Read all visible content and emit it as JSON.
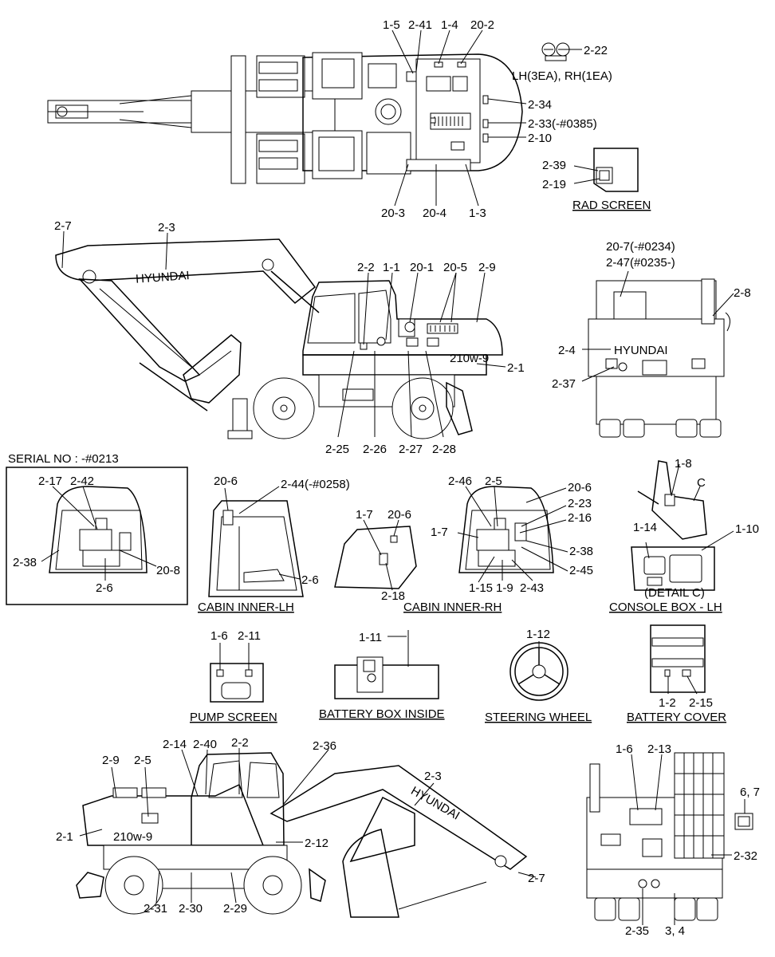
{
  "texts": {
    "lh_rh_note": "LH(3EA), RH(1EA)",
    "serial_no": "SERIAL NO : -#0213",
    "brand": "HYUNDAI",
    "model": "210w-9"
  },
  "labels": {
    "top_1_5": "1-5",
    "top_2_41": "2-41",
    "top_1_4": "1-4",
    "top_20_2": "20-2",
    "top_2_22": "2-22",
    "top_2_34": "2-34",
    "top_2_33": "2-33(-#0385)",
    "top_2_10": "2-10",
    "top_20_3": "20-3",
    "top_20_4": "20-4",
    "top_1_3": "1-3",
    "rad_2_39": "2-39",
    "rad_2_19": "2-19",
    "side_2_7": "2-7",
    "side_2_3": "2-3",
    "side_2_2": "2-2",
    "side_1_1": "1-1",
    "side_20_1": "20-1",
    "side_20_5": "20-5",
    "side_2_9": "2-9",
    "side_2_1": "2-1",
    "side_2_25": "2-25",
    "side_2_26": "2-26",
    "side_2_27": "2-27",
    "side_2_28": "2-28",
    "rear_20_7": "20-7(-#0234)",
    "rear_2_47": "2-47(#0235-)",
    "rear_2_8": "2-8",
    "rear_2_4": "2-4",
    "rear_2_37": "2-37",
    "ser_2_17": "2-17",
    "ser_2_42": "2-42",
    "ser_2_38": "2-38",
    "ser_20_8": "20-8",
    "ser_2_6": "2-6",
    "lh_20_6": "20-6",
    "lh_2_44": "2-44(-#0258)",
    "lh_2_6": "2-6",
    "rhw_1_7": "1-7",
    "rhw_20_6": "20-6",
    "rhw_2_18": "2-18",
    "rh_2_46": "2-46",
    "rh_2_5": "2-5",
    "rh_20_6": "20-6",
    "rh_2_23": "2-23",
    "rh_2_16": "2-16",
    "rh_1_7": "1-7",
    "rh_2_38": "2-38",
    "rh_2_45": "2-45",
    "rh_1_15": "1-15",
    "rh_1_9": "1-9",
    "rh_2_43": "2-43",
    "con_1_8": "1-8",
    "con_c": "C",
    "con_1_14": "1-14",
    "con_1_10": "1-10",
    "ps_1_6": "1-6",
    "ps_2_11": "2-11",
    "bb_1_11": "1-11",
    "sw_1_12": "1-12",
    "bc_1_2": "1-2",
    "bc_2_15": "2-15",
    "bot_2_14": "2-14",
    "bot_2_40": "2-40",
    "bot_2_2": "2-2",
    "bot_2_36": "2-36",
    "bot_2_9": "2-9",
    "bot_2_5": "2-5",
    "bot_2_3": "2-3",
    "bot_2_1": "2-1",
    "bot_2_12": "2-12",
    "bot_2_7": "2-7",
    "bot_2_31": "2-31",
    "bot_2_30": "2-30",
    "bot_2_29": "2-29",
    "fr_1_6": "1-6",
    "fr_2_13": "2-13",
    "fr_6_7": "6, 7",
    "fr_2_32": "2-32",
    "fr_2_35": "2-35",
    "fr_3_4": "3, 4"
  },
  "captions": {
    "rad_screen": "RAD SCREEN",
    "cabin_inner_lh": "CABIN INNER-LH",
    "cabin_inner_rh": "CABIN INNER-RH",
    "detail_c": "(DETAIL C)",
    "console_box_lh": "CONSOLE BOX - LH",
    "pump_screen": "PUMP SCREEN",
    "battery_box_inside": "BATTERY BOX INSIDE",
    "steering_wheel": "STEERING WHEEL",
    "battery_cover": "BATTERY COVER"
  }
}
